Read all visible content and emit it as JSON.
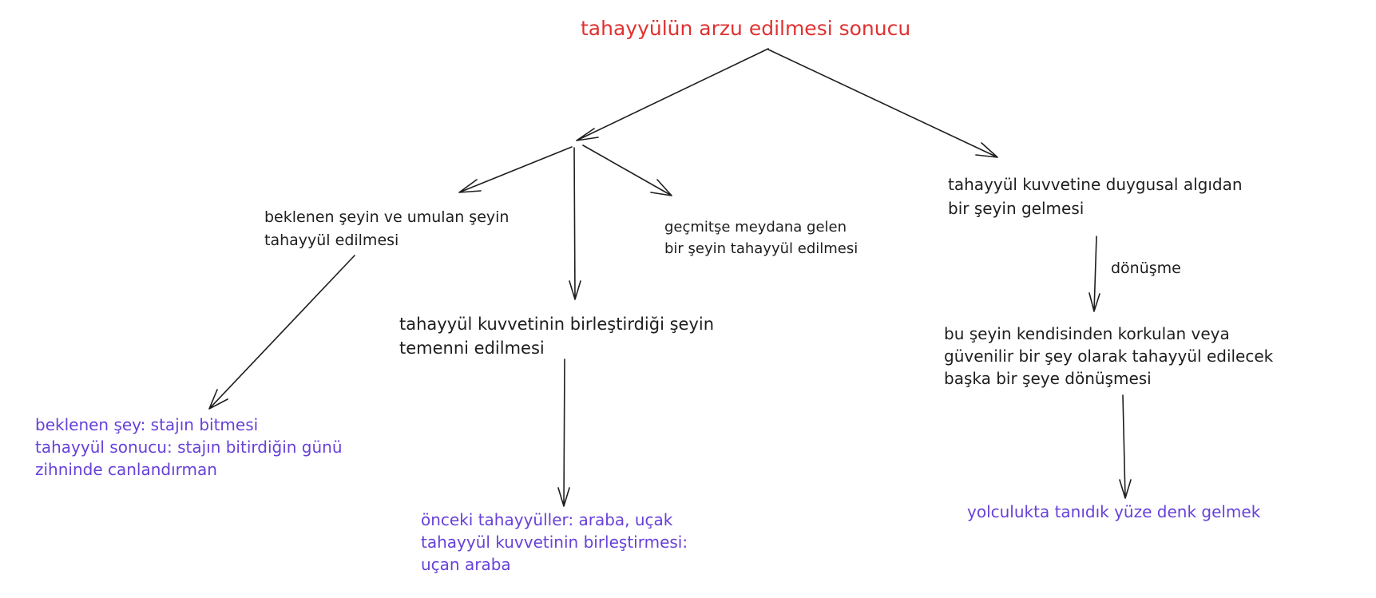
{
  "colors": {
    "root": "#e03131",
    "node": "#1e1e1e",
    "example": "#6741d9",
    "arrow": "#1e1e1e"
  },
  "root": {
    "title": "tahayyülün arzu edilmesi sonucu"
  },
  "nodes": {
    "expected": [
      "beklenen şeyin ve umulan şeyin",
      "tahayyül edilmesi"
    ],
    "past": [
      "geçmitşe meydana gelen",
      "bir şeyin tahayyül edilmesi"
    ],
    "combined": [
      "tahayyül kuvvetinin birleştirdiği şeyin",
      "temenni edilmesi"
    ],
    "emotional": [
      "tahayyül kuvvetine duygusal algıdan",
      "bir şeyin gelmesi"
    ],
    "transformed": [
      "bu şeyin kendisinden korkulan veya",
      "güvenilir bir şey olarak tahayyül edilecek",
      "başka bir şeye dönüşmesi"
    ]
  },
  "examples": {
    "expected": [
      "beklenen şey: stajın bitmesi",
      "tahayyül sonucu: stajın bitirdiğin günü",
      "zihninde canlandırman"
    ],
    "combined": [
      "önceki tahayyüller: araba, uçak",
      "tahayyül kuvvetinin birleştirmesi:",
      "uçan araba"
    ],
    "emotional": [
      "yolculukta tanıdık yüze denk gelmek"
    ]
  },
  "edge_labels": {
    "transform": "dönüşme"
  }
}
